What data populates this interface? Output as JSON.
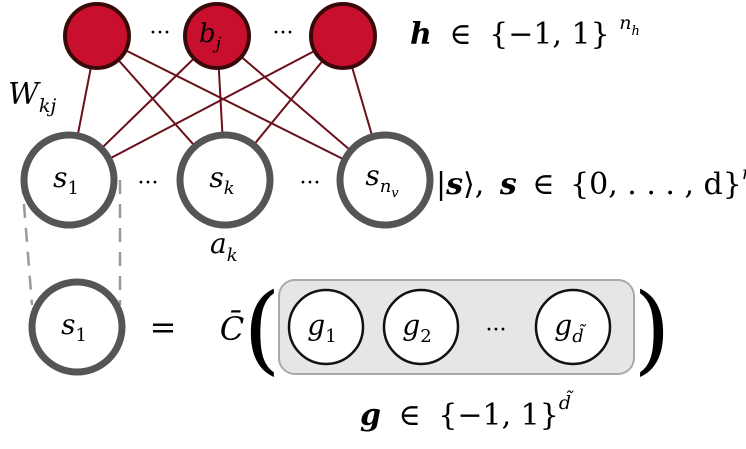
{
  "hidden_layer": {
    "ellipsis_left": "···",
    "node_mid_base": "b",
    "node_mid_sub": "j",
    "ellipsis_right": "···",
    "color_fill": "#c8102e",
    "color_stroke": "#3a0a0a",
    "label": {
      "vec": "h",
      "in": "∈",
      "set": "{−1, 1}",
      "exp_base": "n",
      "exp_sub": "h"
    }
  },
  "weight_label": {
    "base": "W",
    "sub": "kj"
  },
  "edge_color": "#6b0f1a",
  "visible_layer": {
    "nodes": [
      {
        "base": "s",
        "sub": "1"
      },
      {
        "base": "s",
        "sub": "k"
      },
      {
        "base": "s",
        "sub": "n",
        "subsub": "v"
      }
    ],
    "ellipsis": "···",
    "bias_label": {
      "base": "a",
      "sub": "k"
    },
    "state_label": {
      "ket_open": "|",
      "vec": "s",
      "ket_close": "⟩",
      "comma": ",",
      "vec2": "s",
      "in": "∈",
      "set": "{0, . . . , d}",
      "exp_base": "n",
      "exp_sub": "v"
    },
    "ring_color": "#555555"
  },
  "decomposition": {
    "left_node": {
      "base": "s",
      "sub": "1"
    },
    "equals": "=",
    "operator": "C̄",
    "paren_open": "(",
    "paren_close": ")",
    "g_nodes": [
      {
        "base": "g",
        "sub": "1"
      },
      {
        "base": "g",
        "sub": "2"
      },
      {
        "base": "g",
        "sub": "d̃"
      }
    ],
    "ellipsis": "···",
    "box_fill": "#e6e6e6",
    "box_stroke": "#aaaaaa",
    "g_label": {
      "vec": "g",
      "in": "∈",
      "set": "{−1, 1}",
      "exp": "d̃"
    }
  }
}
